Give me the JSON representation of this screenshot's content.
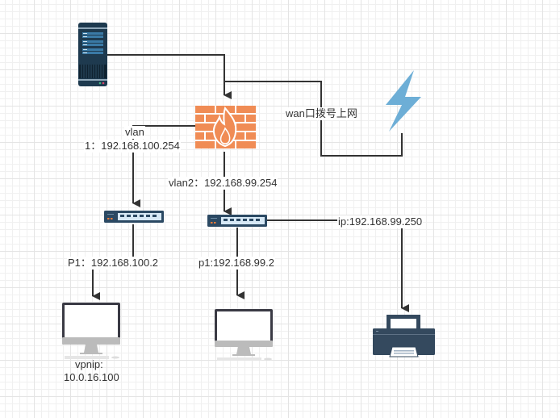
{
  "diagram": {
    "title": "Network topology",
    "colors": {
      "line": "#333333",
      "server": "#1e3a4f",
      "server_accent": "#5a8fb3",
      "firewall": "#f08c55",
      "lightning": "#6daed6",
      "switch": "#2b4963",
      "switch_ports": "#d6e8f5",
      "monitor_frame": "#3a3a44",
      "monitor_stand": "#bbbbbb",
      "printer": "#34495e"
    },
    "nodes": {
      "server": {
        "icon": "server-icon"
      },
      "firewall": {
        "icon": "firewall-icon"
      },
      "internet": {
        "icon": "lightning-icon"
      },
      "switch_left": {
        "icon": "switch-icon"
      },
      "switch_right": {
        "icon": "switch-icon"
      },
      "pc_left": {
        "icon": "desktop-computer-icon"
      },
      "pc_right": {
        "icon": "desktop-computer-icon"
      },
      "printer": {
        "icon": "printer-icon"
      }
    },
    "labels": {
      "wan": "wan口拨号上网",
      "vlan1_line1": "vlan",
      "vlan1_line2": "1：192.168.100.254",
      "vlan2": "vlan2：192.168.99.254",
      "printer_ip": "ip:192.168.99.250",
      "p1_left": "P1：192.168.100.2",
      "p1_right": "p1:192.168.99.2",
      "vpnip_line1": "vpnip:",
      "vpnip_line2": "10.0.16.100"
    }
  }
}
